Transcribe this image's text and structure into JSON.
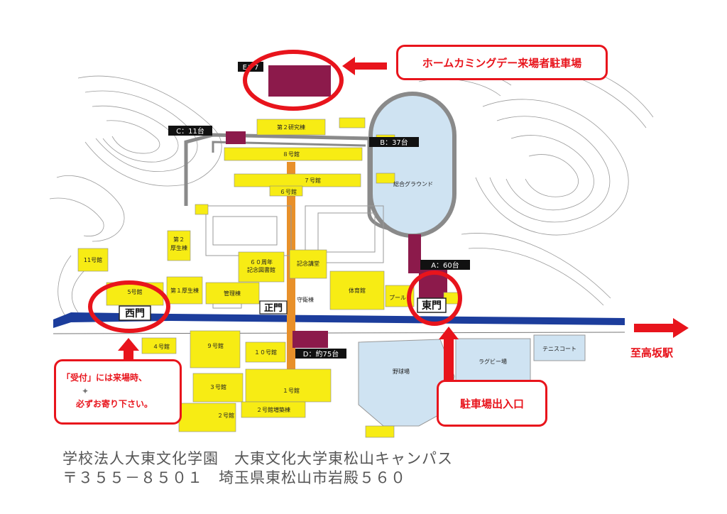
{
  "callouts": {
    "homecoming_parking": "ホームカミングデー来場者駐車場",
    "reception_line1": "「受付」には来場時、",
    "reception_line2": "必ずお寄り下さい。",
    "parking_entrance": "駐車場出入口",
    "to_station": "至高坂駅"
  },
  "gates": {
    "west": "西門",
    "main": "正門",
    "east": "東門"
  },
  "parking_lots": {
    "a": "A：60台",
    "b": "B：37台",
    "c": "C：11台",
    "d": "D：約75台",
    "e": "E：7"
  },
  "buildings": {
    "b11": "11号館",
    "b5": "5号館",
    "welfare1": "第１厚生棟",
    "admin": "管理棟",
    "welfare2_a": "第２",
    "welfare2_b": "厚生棟",
    "library_a": "６０周年",
    "library_b": "記念図書館",
    "hall": "記念講堂",
    "gym": "体育館",
    "pool": "プール",
    "guard": "守衛棟",
    "research2": "第２研究棟",
    "b8": "８号館",
    "b7": "７号館",
    "b6": "６号館",
    "ground": "総合グラウンド",
    "b4": "４号館",
    "b9": "９号館",
    "b10": "１０号館",
    "b3": "３号館",
    "b1": "１号館",
    "b2": "２号館",
    "b2annex": "２号館増築棟",
    "baseball": "野球場",
    "rugby": "ラグビー場",
    "tennis": "テニスコート"
  },
  "footer": {
    "line1": "学校法人大東文化学園　大東文化大学東松山キャンパス",
    "line2": "〒３５５－８５０１　埼玉県東松山市岩殿５６０"
  },
  "colors": {
    "accent_red": "#e8141c",
    "building_yellow": "#f7ec14",
    "parking_maroon": "#8c1a4b",
    "road_blue": "#1c3d9c",
    "walkway_orange": "#e8902a",
    "field_blue": "#cfe3f2"
  }
}
